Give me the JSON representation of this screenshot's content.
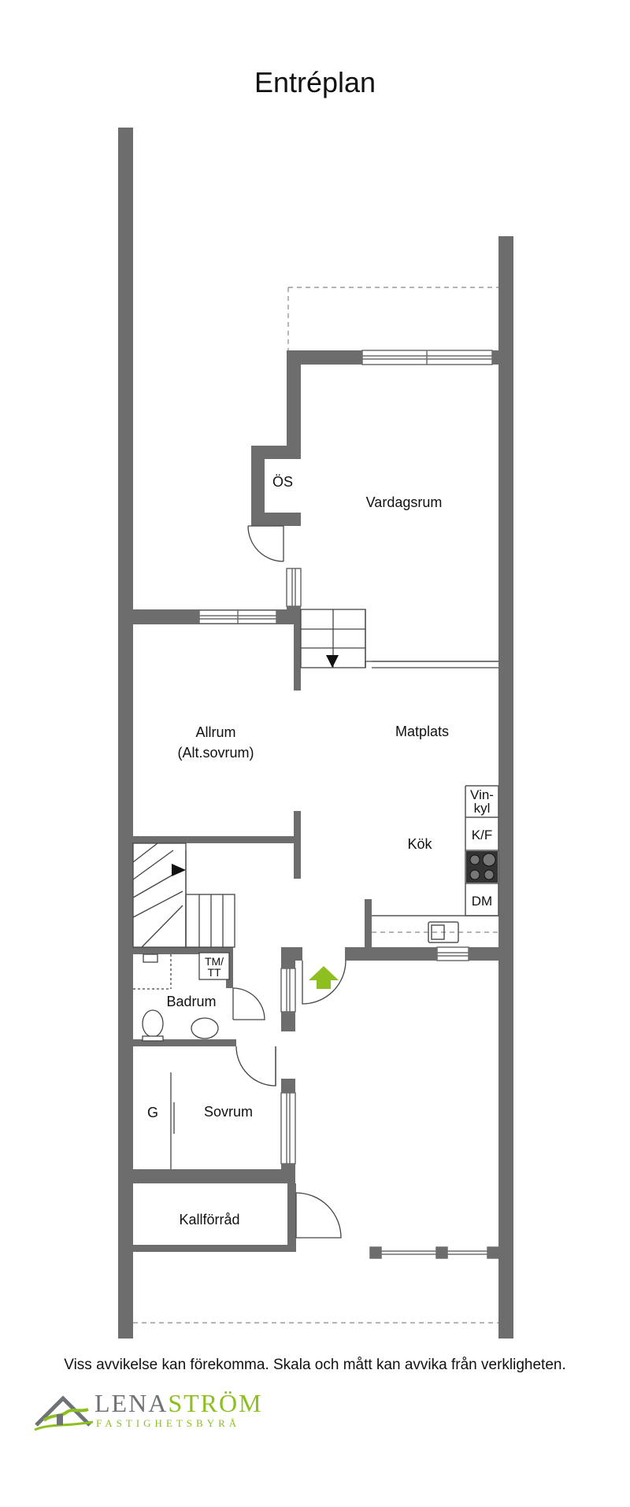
{
  "plan": {
    "title": "Entréplan",
    "rooms": {
      "vardagsrum": "Vardagsrum",
      "os": "ÖS",
      "allrum": "Allrum",
      "allrum_alt": "(Alt.sovrum)",
      "matplats": "Matplats",
      "kok": "Kök",
      "vinkyl_1": "Vin-",
      "vinkyl_2": "kyl",
      "kf": "K/F",
      "dm": "DM",
      "tm_1": "TM/",
      "tm_2": "TT",
      "badrum": "Badrum",
      "g": "G",
      "sovrum": "Sovrum",
      "kallforrad": "Kallförråd"
    }
  },
  "footer": {
    "disclaimer": "Viss avvikelse kan förekomma. Skala och mått kan avvika från verkligheten."
  },
  "logo": {
    "name_part1": "LENA",
    "name_part2": "STRÖM",
    "subtitle": "FASTIGHETSBYRÅ"
  },
  "colors": {
    "wall": "#6d6d6d",
    "accent_green": "#8cbf1f",
    "logo_grey": "#6f7276"
  }
}
